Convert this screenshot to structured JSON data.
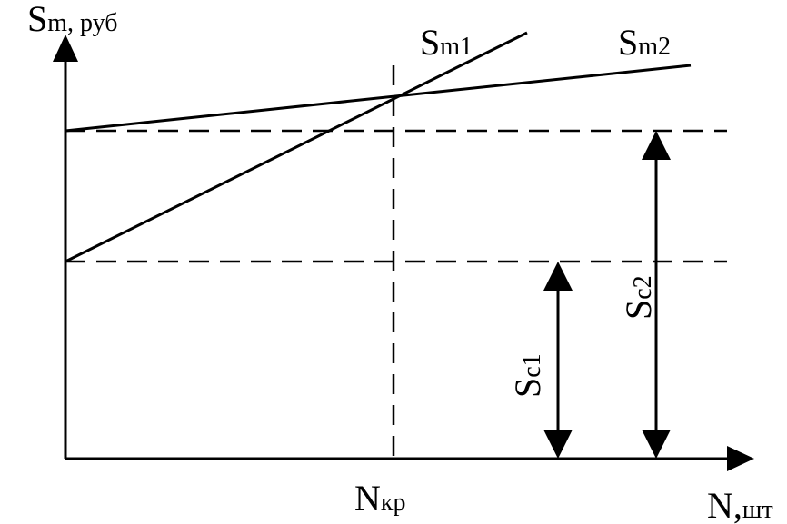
{
  "colors": {
    "stroke": "#000000",
    "background": "#ffffff"
  },
  "y_axis": {
    "main": "S",
    "sub": "m, руб"
  },
  "x_axis": {
    "main": "N,",
    "sub": "шт"
  },
  "lines": [
    {
      "main": "S",
      "sub": "m1"
    },
    {
      "main": "S",
      "sub": "m2"
    }
  ],
  "intersection": {
    "main": "N",
    "sub": "кр"
  },
  "intervals": [
    {
      "main": "S",
      "sub": "c1"
    },
    {
      "main": "S",
      "sub": "c2"
    }
  ]
}
